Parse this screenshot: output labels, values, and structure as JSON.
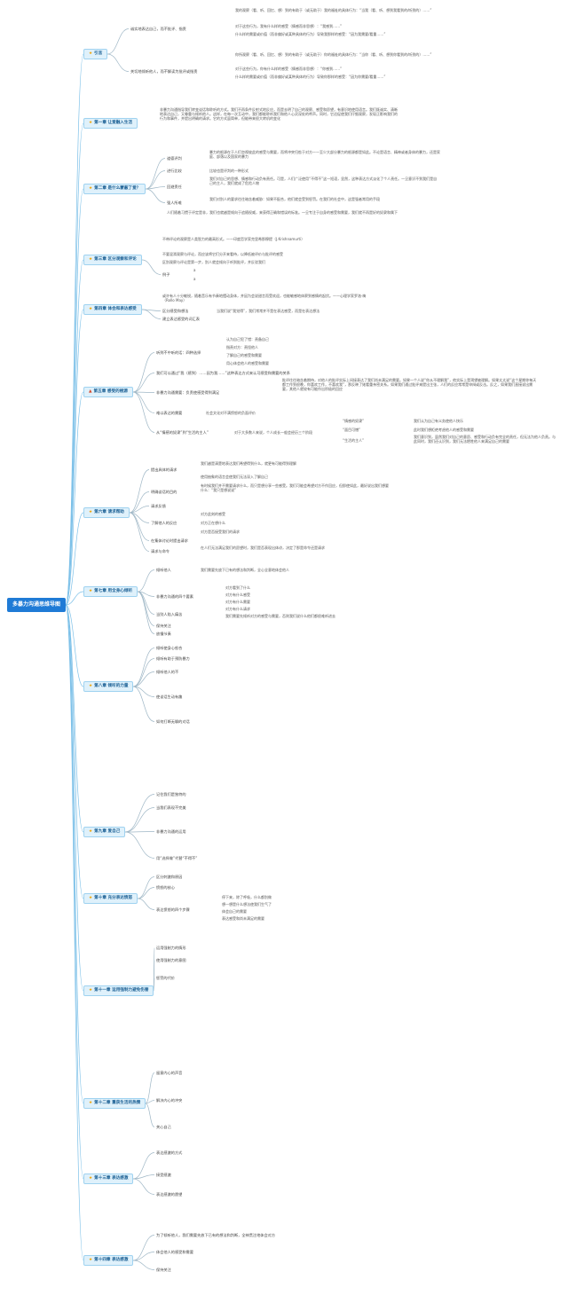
{
  "root": "多暴力沟通思维导图",
  "ch0": {
    "label": "引言",
    "a": "诚实地表达自己，而不批评、指责",
    "a_i1": "我的观察（看、听、回忆、想）到的有助于（或无助于）我的福祉的具体行为：“当我（看、听、想到我看到的/听到的）……”",
    "a_i2": "对于这些行为，我有什么样的感受（情感而非思想）：“我感到……”",
    "a_i3": "什么样的需要或价值（而非偏好或某种具体的行为）导致我那样的感受：“因为我需要/看重……”",
    "a_i4": "",
    "b": "关切地倾听他人，而不解读为批评或指责",
    "b_i1": "你所观察（看、听、回忆、想）到的有助于（或无助于）你的福祉的具体行为：“当你（看、听、想到你看到的/听到的）……”",
    "b_i2": "对于这些行为，你有什么样的感受（情感而非思想）：“你感到……”",
    "b_i3": "什么样的需要或价值（而非偏好或某种具体的行为）导致你那样的感受：“因为你需要/看重……”",
    "b_i4": ""
  },
  "ch1": {
    "label": "第一章 让爱融入生活",
    "p1": "非暴力沟通指导我们转变谈话和聆听的方式。我们不再条件反射式地反应，而是去明了自己的观察、感受和愿望，有意识地使用语言。我们既诚实、清晰地表达自己，又尊重与倾听他人。这样，在每一次互动中，我们都能聆听我们和他人心灵深处的呼声。同时，它还促使我们仔细观察，发现正影响我们的行为和事件，并提出明确的请求。它的方式虽简单，但能带来很大转机的变化"
  },
  "ch2": {
    "label": "第二章 是什么蒙蔽了爱？",
    "a": "道德评判",
    "a_t": "暴力的根源在于人们忽视彼此的感受与需要，而将冲突归咎于对方——至少大部分暴力的根源都是如此。不论是语言、精神或者身体的暴力，还是家庭、部落以及国家的暴力",
    "b": "进行比较",
    "b_t": "比较也是评判的一种形式",
    "c": "回避责任",
    "c_t": "我们对自己的思想、情感和行动负有责任。可是，人们广泛使用“不得不”这一短语，显然，这种表达方式淡化了个人责任。一旦意识不到我们是自己的主人，我们就成了危险人物",
    "d": "强人所难",
    "d_t": "我们对别人的要求往往暗含着威胁：如果不配合，他们就会受到惩罚。在我们的社会中，这是强者常用的手段",
    "e": "人们随着习惯于评定是非，我们也就越是倾向于追随权威，来获得正确和错误的标准。一旦专注于自身的感受和需要，我们就不再是好的奴隶和属下"
  },
  "ch3": {
    "label": "第三章 区分观察和评论",
    "a": "不带评论的观察是人类智力的最高形式。——印度哲学家克里希那穆提（J.Krishnamurti）",
    "b": "不要混淆观察与评论，而应该将它们分开来看待，以降低被评价与批评的感受",
    "c": "区别观察与评论是第一步，别人就会倾向于听到批评，并反驳我们",
    "d": "例子",
    "d1": "a",
    "d2": "a"
  },
  "ch4": {
    "label": "第四章 体会和表达感受",
    "a": "或许有人十分敏锐，随着音乐有节奏地摆动身体，并因为会说甜言而受欢迎，也能敏感地体察到感情的起伏。——心理学家罗洛·梅（Rollo May）",
    "b": "区分感受和想法",
    "b_t": "当我们说“我觉得”，我们常常并不是在表达感受，而是在表达想法",
    "c": "建立表达感受的词汇表"
  },
  "ch5": {
    "label": "第五章 感受的根源",
    "a": "听到不中听的话：四种选择",
    "a1": "认为自己犯了错：责备自己",
    "a2": "指责对方：责怪他人",
    "a3": "了解自己的感受和需要",
    "a4": "用心体会他人的感受和需要",
    "b": "我们可以通过“我（感到）……因为我……”这种表达方式来认可感受和需要的关系",
    "c": "非暴力沟通需要：负责使感受得到满足",
    "c_t": "批评往往暗含着期待，对他人的批评实际上间接表达了我们尚未满足的需要。如果一个人说“你从不理解我”，他实际上是渴望被理解。如果太太说“这个星期你每天都工作到很晚，你喜欢工作，不喜欢我”，那反映了她看重亲密关系。如果我们通过批评来提出主张，人们的反应常常是申辩或反击。反之，如果我们直接说出需要，其他人就较有可能作出积极的回应",
    "d": "难以表达的需要",
    "d_t": "社会文化对不满愤怒的负面评价",
    "e": "从“情感的奴隶”到“生活的主人”",
    "e_t": "对于大多数人来说，个人成长一般会经历三个阶段",
    "e1": "“情感的奴隶”",
    "e1_t": "我们认为自己有义务使他人快乐",
    "e2": "“面目可憎”",
    "e2_t": "此时我们想拒绝考虑他人的感受和需要",
    "e3": "“生活的主人”",
    "e3_t": "我们意识到，虽然我们对自己的意愿、感受和行动负有完全的责任，但无法为他人负责。与此同时，我们还认识到，我们无法牺牲他人来满足自己的需要"
  },
  "ch6": {
    "label": "第六章 请求帮助",
    "a": "提出具体的请求",
    "a1": "我们越是清楚地表达我们希望得到什么，就更有可能得到理解",
    "a2": "使用抽象的语言会使我们无法深入了解自己",
    "b": "明确谈话的目的",
    "b_t": "有时候我们并不需要请求什么，而只是想分享一些感受。我们可能会希望对方不作回应，但即使如此，最好说出我们想要什么：“我只是想说说”",
    "c": "请求反馈",
    "d": "了解他人的反应",
    "d1": "对方此刻的感受",
    "d2": "对方正在想什么",
    "d3": "对方是否接受我们的请求",
    "e": "在集体讨论时提出请求",
    "f": "请求与命令",
    "f_t": "在人们无法满足我们的愿望时，我们是否表现出体谅，决定了那是命令还是请求"
  },
  "ch7": {
    "label": "第七章 用全身心倾听",
    "a": "倾听他人",
    "a_t": "我们需要先放下已有的想法和判断，全心全意地体会他人",
    "b": "非暴力沟通的四个要素",
    "b1": "对方看到了什么",
    "b2": "对方有什么感受",
    "b3": "对方有什么需要",
    "b4": "对方有什么请求",
    "c": "当别人陷入痛苦",
    "c_t": "我们需要先倾听对方的感受与需要，否则我们说什么他们都很难听进去",
    "d": "保持关注",
    "e": "放慢节奏"
  },
  "ch8": {
    "label": "第八章 倾听的力量",
    "a": "倾听使身心愈合",
    "b": "倾听有助于预防暴力",
    "c": "倾听他人的不",
    "d": "使谈话生动有趣",
    "e": "如何打断无聊的对话"
  },
  "ch9": {
    "label": "第九章 爱自己",
    "a": "记住我们是独特的",
    "b": "当我们表现不完美",
    "c": "非暴力沟通的运用",
    "d": "用“选择做”代替“不得不”"
  },
  "ch10": {
    "label": "第十章 充分表达愤怒",
    "a": "区分刺激和原因",
    "b": "愤怒的核心",
    "c": "表达愤怒的四个步骤",
    "c1": "停下来，除了呼吸，什么都别做",
    "c2": "想一想是什么想法使我们生气了",
    "c3": "体会自己的需要",
    "c4": "表达感受和尚未满足的需要"
  },
  "ch11": {
    "label": "第十一章 运用强制力避免伤害",
    "a": "运用强制力的情形",
    "b": "使用强制力的意图",
    "c": "惩罚的代价"
  },
  "ch12": {
    "label": "第十二章 重获生活的热情",
    "a": "留意内心的声音",
    "b": "解决内心的冲突",
    "c": "关心自己"
  },
  "ch13": {
    "label": "第十三章 表达感激",
    "a": "表达感激的方式",
    "b": "接受感激",
    "c": "表达感激的愿望"
  },
  "ch14": {
    "label": "第十四章 表达感激",
    "a": "为了倾听他人，我们需要先放下已有的想法和判断，全神贯注地体会对方",
    "b": "体会他人的感受和需要",
    "c": "保持关注"
  }
}
